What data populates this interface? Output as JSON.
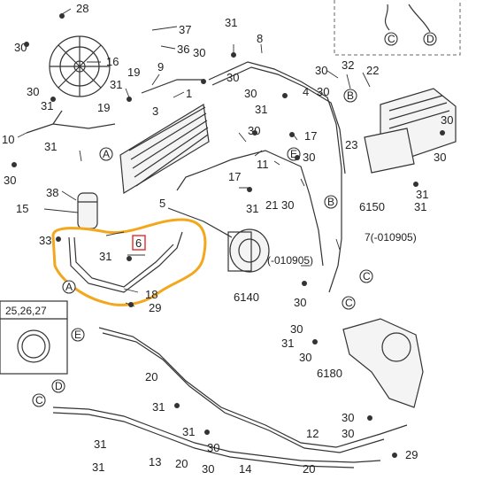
{
  "diagram": {
    "part_numbers": {
      "p28": "28",
      "p37": "37",
      "p31a": "31",
      "p36": "36",
      "p30a": "30",
      "p16": "16",
      "p8": "8",
      "p32": "32",
      "p22": "22",
      "p30b": "30",
      "p30c": "30",
      "p30d": "30",
      "p19a": "19",
      "p9": "9",
      "p1": "1",
      "p31b": "31",
      "p30e": "30",
      "p19b": "19",
      "p3": "3",
      "p31c": "31",
      "p30f": "30",
      "p4": "4",
      "p30g": "30",
      "p30h": "30",
      "p31d": "31",
      "p17a": "17",
      "p30i": "30",
      "p10": "10",
      "p31e": "31",
      "p11": "11",
      "p30j": "30",
      "p17b": "17",
      "p23": "23",
      "p30k": "30",
      "p30l": "30",
      "p31f": "31",
      "p31g": "31",
      "p21": "21",
      "p30m": "30",
      "p38": "38",
      "p15": "15",
      "p5": "5",
      "p31h": "31",
      "p6150": "6150",
      "p33": "33",
      "p6": "6",
      "p31i": "31",
      "p7": "7(-010905)",
      "p0109": "(-010905)",
      "p6140": "6140",
      "p30n": "30",
      "p18": "18",
      "p29a": "29",
      "p30o": "30",
      "p31j": "31",
      "p30p": "30",
      "p6180": "6180",
      "p20a": "20",
      "p31k": "31",
      "p30q": "30",
      "p31l": "31",
      "p12": "12",
      "p30r": "30",
      "p31m": "31",
      "p30s": "30",
      "p31n": "31",
      "p13": "13",
      "p20b": "20",
      "p29b": "29",
      "p1415": "14",
      "p30t": "30",
      "p20c": "20"
    },
    "inset_label": "25,26,27",
    "connectors": [
      "A",
      "B",
      "C",
      "D",
      "E"
    ]
  }
}
